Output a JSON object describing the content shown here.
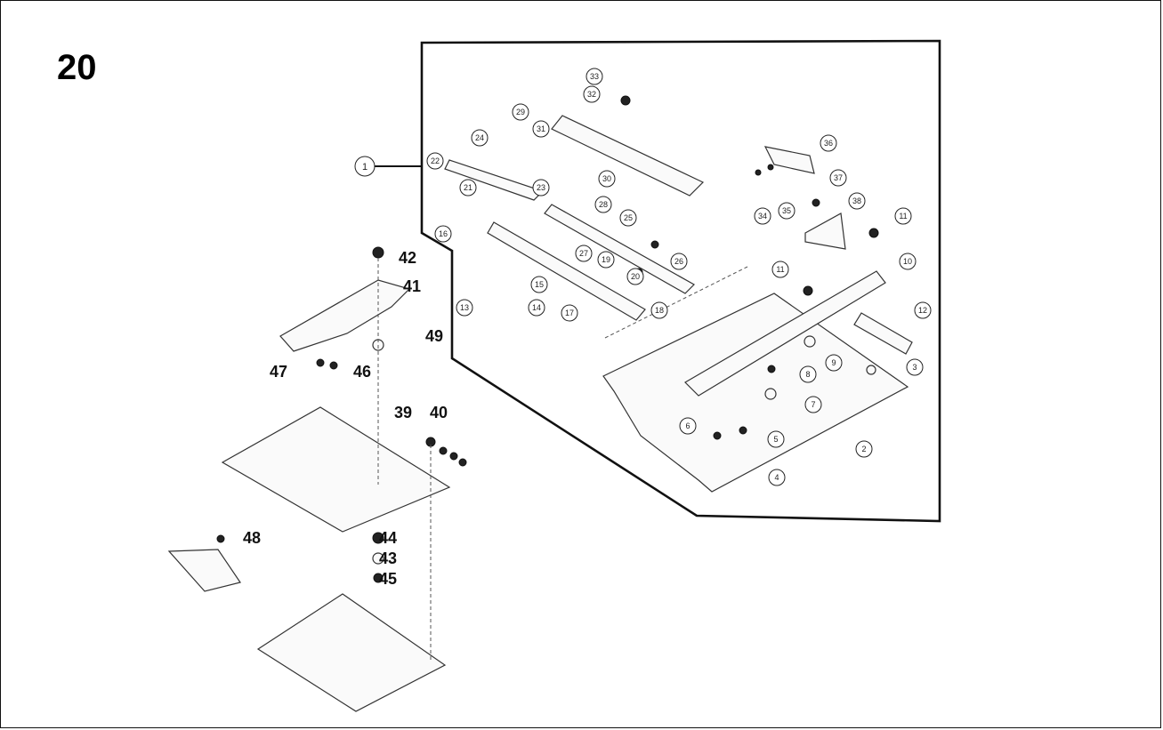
{
  "figure": {
    "page_number": "20",
    "group_callout": "1",
    "callouts_small": [
      "2",
      "3",
      "4",
      "5",
      "6",
      "7",
      "8",
      "9",
      "10",
      "11",
      "11",
      "12",
      "13",
      "14",
      "15",
      "16",
      "17",
      "18",
      "19",
      "20",
      "21",
      "22",
      "23",
      "24",
      "25",
      "26",
      "27",
      "28",
      "29",
      "30",
      "31",
      "32",
      "33",
      "34",
      "35",
      "36",
      "37",
      "38"
    ],
    "callouts_large": [
      "39",
      "40",
      "41",
      "42",
      "43",
      "44",
      "45",
      "46",
      "47",
      "48",
      "49"
    ]
  }
}
